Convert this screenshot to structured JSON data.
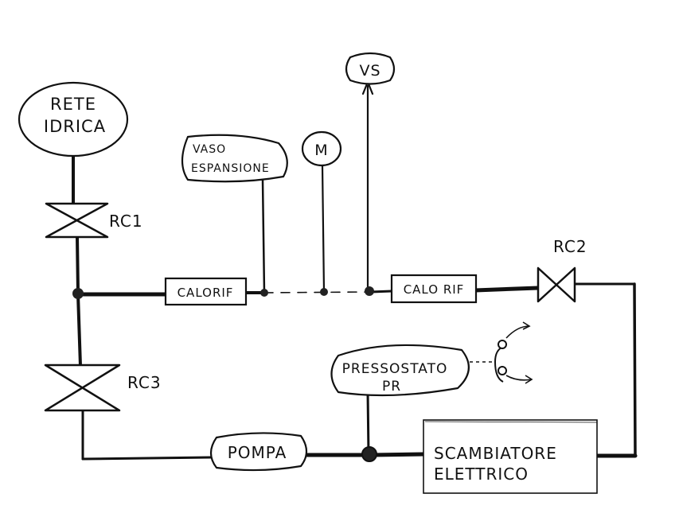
{
  "labels": {
    "rete_idrica_line1": "RETE",
    "rete_idrica_line2": "IDRICA",
    "vaso_line1": "VASO",
    "vaso_line2": "ESPANSIONE",
    "manometro": "M",
    "vs": "VS",
    "calorif_left": "CALORIF",
    "calorif_right": "CALO RIF",
    "rc1": "RC1",
    "rc2": "RC2",
    "rc3": "RC3",
    "pressostato_line1": "PRESSOSTATO",
    "pressostato_line2": "PR",
    "pompa": "POMPA",
    "scambiatore_line1": "SCAMBIATORE",
    "scambiatore_line2": "ELETTRICO"
  }
}
